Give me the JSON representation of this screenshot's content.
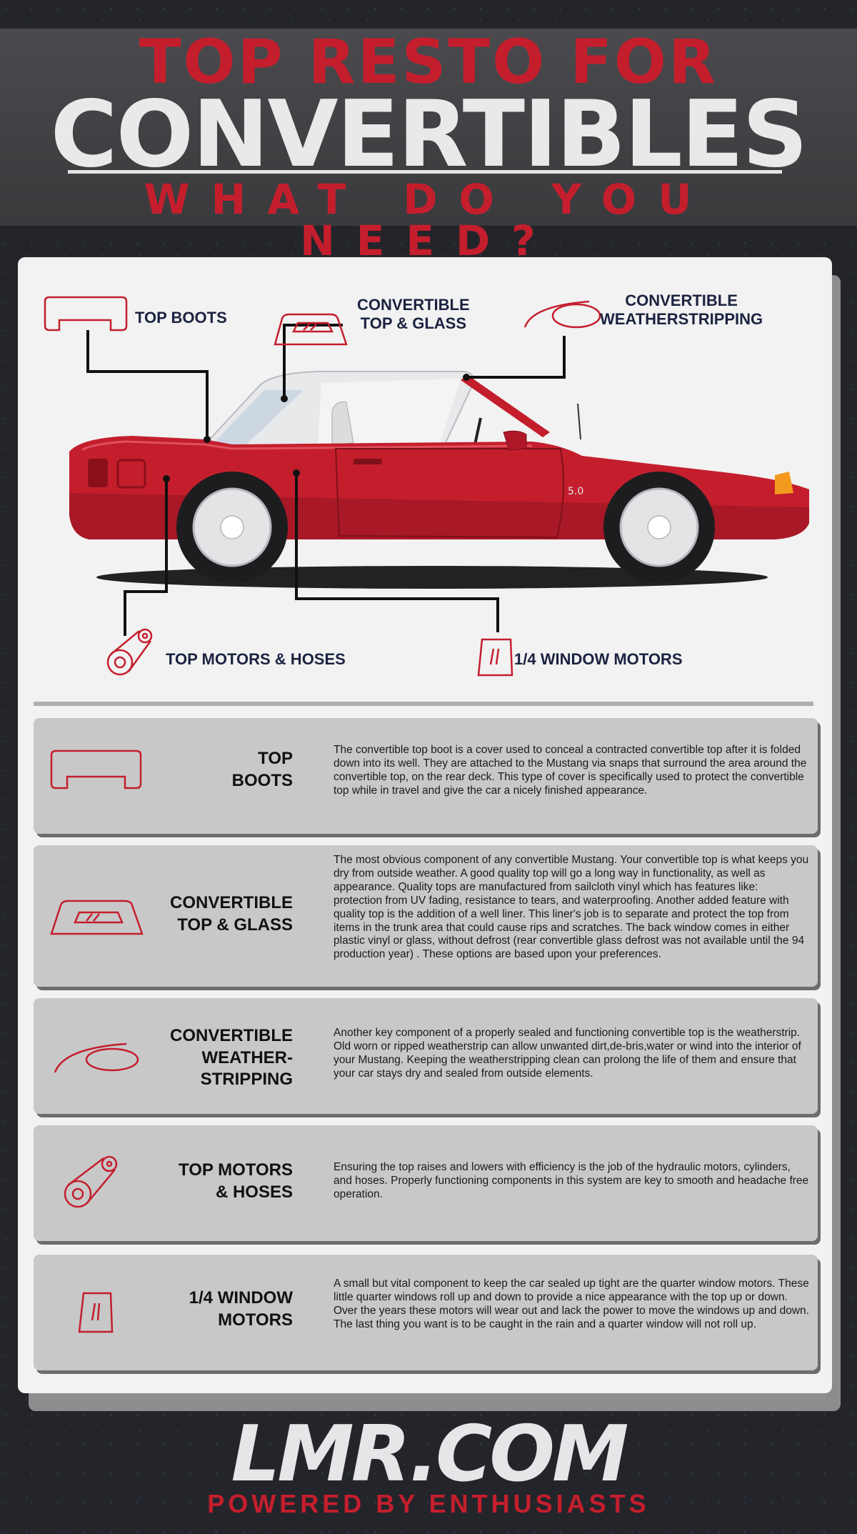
{
  "header": {
    "line1": "TOP RESTO FOR",
    "line2": "CONVERTIBLES",
    "line3": "WHAT DO YOU NEED?"
  },
  "callouts": {
    "top_boots": "TOP BOOTS",
    "top_glass": "CONVERTIBLE\nTOP & GLASS",
    "weatherstripping": "CONVERTIBLE\nWEATHERSTRIPPING",
    "motors_hoses": "TOP MOTORS & HOSES",
    "window_motors": "1/4 WINDOW MOTORS"
  },
  "car": {
    "badge": "5.0"
  },
  "sections": [
    {
      "title": "TOP\nBOOTS",
      "icon": "top-boot-icon",
      "text": "The convertible top boot is a cover used to conceal a contracted convertible top after it is folded down into its well. They are attached to the Mustang via snaps that surround the area around the convertible top, on the rear deck. This type of cover is specifically used to protect the convertible top while in travel and give the car a nicely finished appearance."
    },
    {
      "title": "CONVERTIBLE\nTOP & GLASS",
      "icon": "top-glass-icon",
      "text": "The most obvious component of any convertible Mustang. Your convertible top is what keeps you dry from outside weather. A good quality top will go a long way in functionality, as well as appearance. Quality tops are manufactured from sailcloth vinyl which has features like: protection from UV fading, resistance to tears, and waterproofing. Another added feature with quality top is the addition of a well liner. This liner's job is to separate and protect the top from items in the trunk area that could cause rips and scratches. The back window comes in either plastic vinyl or glass, without defrost (rear convertible glass defrost was not available until the 94 production year) . These options are based upon your preferences."
    },
    {
      "title": "CONVERTIBLE\nWEATHER-\nSTRIPPING",
      "icon": "weatherstrip-icon",
      "text": "Another key component of a properly sealed and functioning convertible top is the weatherstrip. Old worn or ripped weatherstrip can allow unwanted dirt,de-bris,water or wind into the interior of your Mustang. Keeping the weatherstripping clean can prolong the life of them and ensure that your car stays dry and sealed from outside elements."
    },
    {
      "title": "TOP MOTORS\n& HOSES",
      "icon": "motor-icon",
      "text": "Ensuring the top raises and lowers with efficiency is the job of the hydraulic motors, cylinders, and hoses. Properly functioning components in this system are key to smooth and headache free operation."
    },
    {
      "title": "1/4 WINDOW\nMOTORS",
      "icon": "quarter-window-icon",
      "text": "A small but vital component to keep the car sealed up tight are the quarter window motors. These little quarter windows roll up and down to provide a nice appearance with the top up or down. Over the years these motors will wear out and lack the power to move the windows up and down. The last thing you want is to be caught in the rain and a quarter window will not roll up."
    }
  ],
  "footer": {
    "logo": "LMR.COM",
    "tagline": "POWERED BY ENTHUSIASTS"
  },
  "colors": {
    "accent_red": "#c41e2d",
    "navy_text": "#1b2340",
    "background": "#24252a"
  }
}
